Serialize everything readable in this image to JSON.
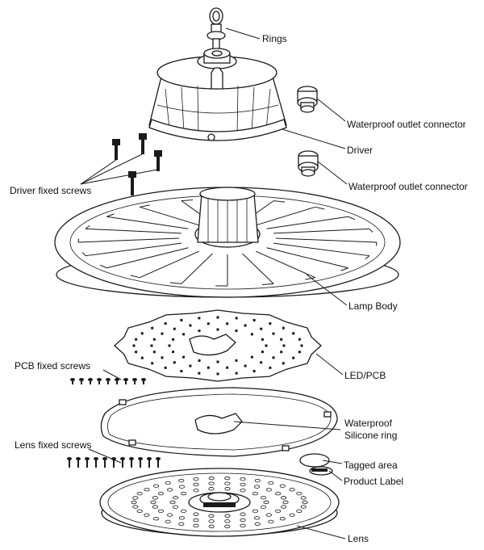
{
  "labels": {
    "rings": "Rings",
    "connector_top": "Waterproof outlet connector",
    "driver": "Driver",
    "connector_bottom": "Waterproof outlet connector",
    "driver_screws": "Driver fixed screws",
    "lamp_body": "Lamp Body",
    "led_pcb": "LED/PCB",
    "pcb_screws": "PCB fixed screws",
    "silicone_line1": "Waterproof",
    "silicone_line2": "Silicone ring",
    "lens_screws": "Lens fixed screws",
    "tagged_area": "Tagged area",
    "product_label": "Product Label",
    "lens": "Lens"
  }
}
